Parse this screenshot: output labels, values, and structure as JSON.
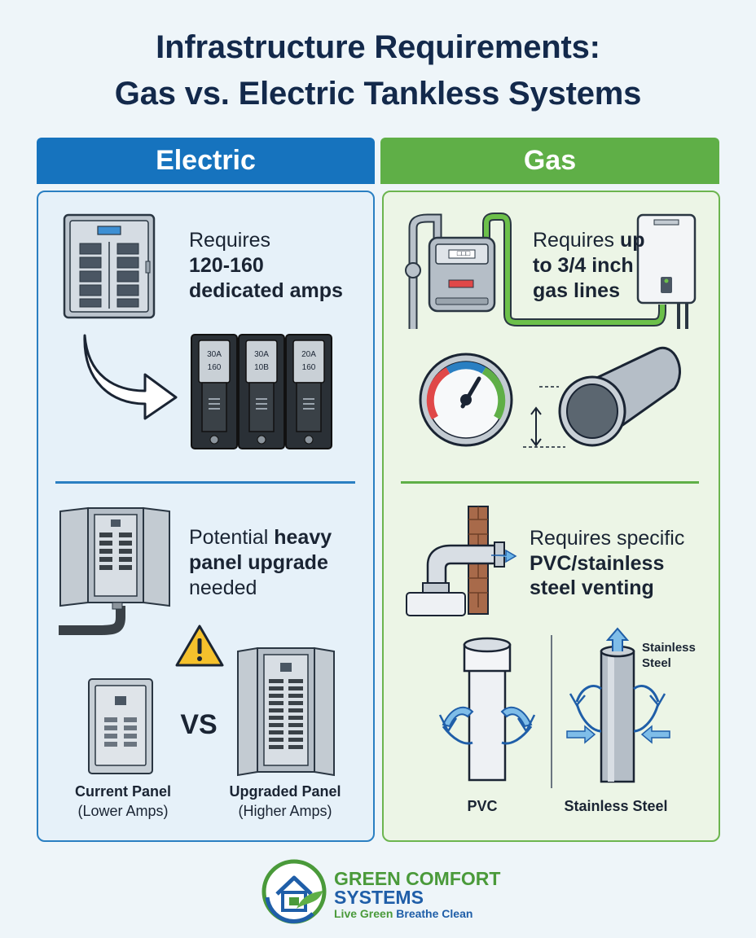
{
  "title": {
    "line1": "Infrastructure Requirements:",
    "line2": "Gas vs. Electric Tankless Systems"
  },
  "electric": {
    "header": "Electric",
    "amps": {
      "line1": "Requires",
      "line2": "120-160",
      "line3": "dedicated amps"
    },
    "breakers": [
      {
        "rating": "30A",
        "value": "160"
      },
      {
        "rating": "30A",
        "value": "10B"
      },
      {
        "rating": "20A",
        "value": "160"
      }
    ],
    "panel_upgrade": {
      "pre": "Potential ",
      "bold1": "heavy",
      "bold2": "panel upgrade",
      "post": "needed"
    },
    "vs": "VS",
    "current_panel": {
      "label": "Current Panel",
      "sub": "(Lower Amps)"
    },
    "upgraded_panel": {
      "label": "Upgraded Panel",
      "sub": "(Higher Amps)"
    }
  },
  "gas": {
    "header": "Gas",
    "lines": {
      "pre": "Requires ",
      "bold_inline": "up",
      "bold2": "to 3/4 inch",
      "bold3": "gas lines"
    },
    "meter_display": "□□□",
    "venting": {
      "line1": "Requires specific",
      "line2": "PVC/stainless",
      "line3": "steel venting"
    },
    "pvc_label": "PVC",
    "steel_label": "Stainless Steel",
    "steel_callout": {
      "line1": "Stainless",
      "line2": "Steel"
    }
  },
  "brand": {
    "name1": "GREEN COMFORT",
    "name2": "SYSTEMS",
    "tag_green": "Live Green ",
    "tag_blue": "Breathe Clean"
  },
  "colors": {
    "electric": "#1673be",
    "gas": "#5faf47",
    "title": "#13294b",
    "brand_green": "#4a9a3a",
    "brand_blue": "#1f5ea8"
  }
}
